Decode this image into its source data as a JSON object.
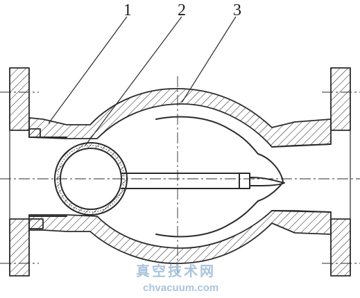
{
  "callouts": {
    "c1": "1",
    "c2": "2",
    "c3": "3"
  },
  "watermark": {
    "chinese": "真空技术网",
    "url": "chvacuum.com",
    "color": "#aac4dc"
  },
  "colors": {
    "ink": "#2a2a2a",
    "background": "#ffffff"
  }
}
